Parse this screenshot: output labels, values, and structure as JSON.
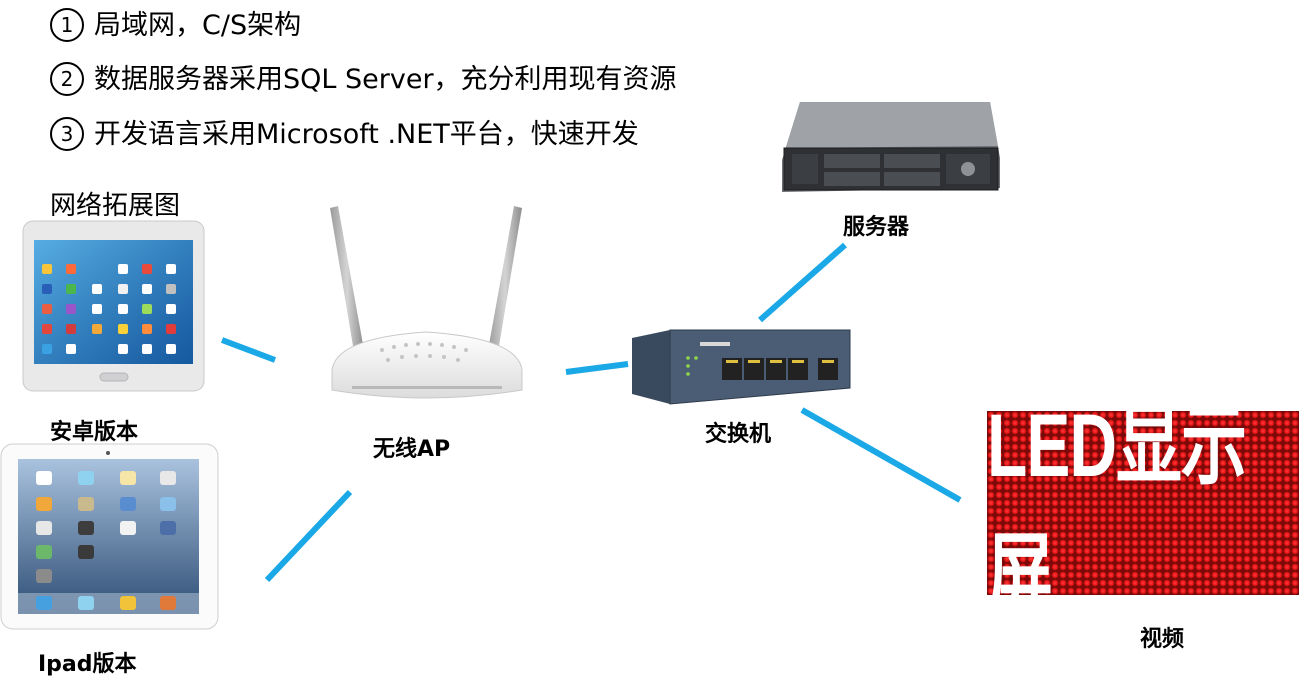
{
  "bullets": [
    {
      "num": "1",
      "text": "局域网，C/S架构"
    },
    {
      "num": "2",
      "text": "数据服务器采用SQL Server，充分利用现有资源"
    },
    {
      "num": "3",
      "text": "开发语言采用Microsoft  .NET平台，快速开发"
    }
  ],
  "heading": "网络拓展图",
  "nodes": {
    "android": "安卓版本",
    "ipad": "Ipad版本",
    "ap": "无线AP",
    "switch": "交换机",
    "server": "服务器",
    "video": "视频",
    "led_text": "LED显示屏"
  },
  "colors": {
    "link": "#1BA8E6",
    "led_bg": "#C8141A"
  }
}
